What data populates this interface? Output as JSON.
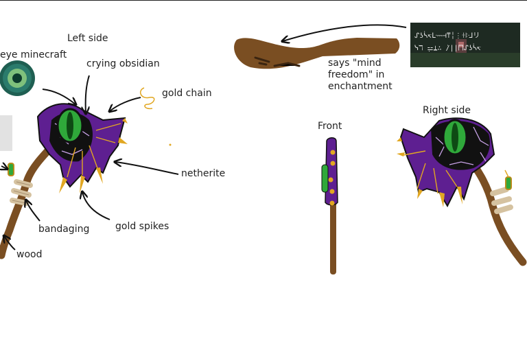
{
  "labels": {
    "left_side": "Left side",
    "eye": "eye minecraft",
    "crying_obsidian": "crying obsidian",
    "gold_chain": "gold chain",
    "netherite": "netherite",
    "gold_spikes": "gold spikes",
    "bandaging": "bandaging",
    "wood": "wood",
    "front": "Front",
    "right_side": "Right side",
    "enchantment_note": "says \"mind freedom\" in enchantment"
  },
  "colors": {
    "wood": "#7a4e22",
    "purple": "#5e1f91",
    "dark": "#111111",
    "eye_green": "#2fa83a",
    "gold": "#e1a722",
    "bandage": "#d5c2a0",
    "crack": "#c9a3e8",
    "ender_eye": "#2b7b6c"
  },
  "enchantment_glyphs": [
    "ᔑʖᓵ↸ᒷ⎓⊣⍑╎⋮ꖌꖎᒲリ",
    "ᓭℸ ̣⚍⍊∴ ̇/||⨅ᔑʖᓵ↸"
  ]
}
